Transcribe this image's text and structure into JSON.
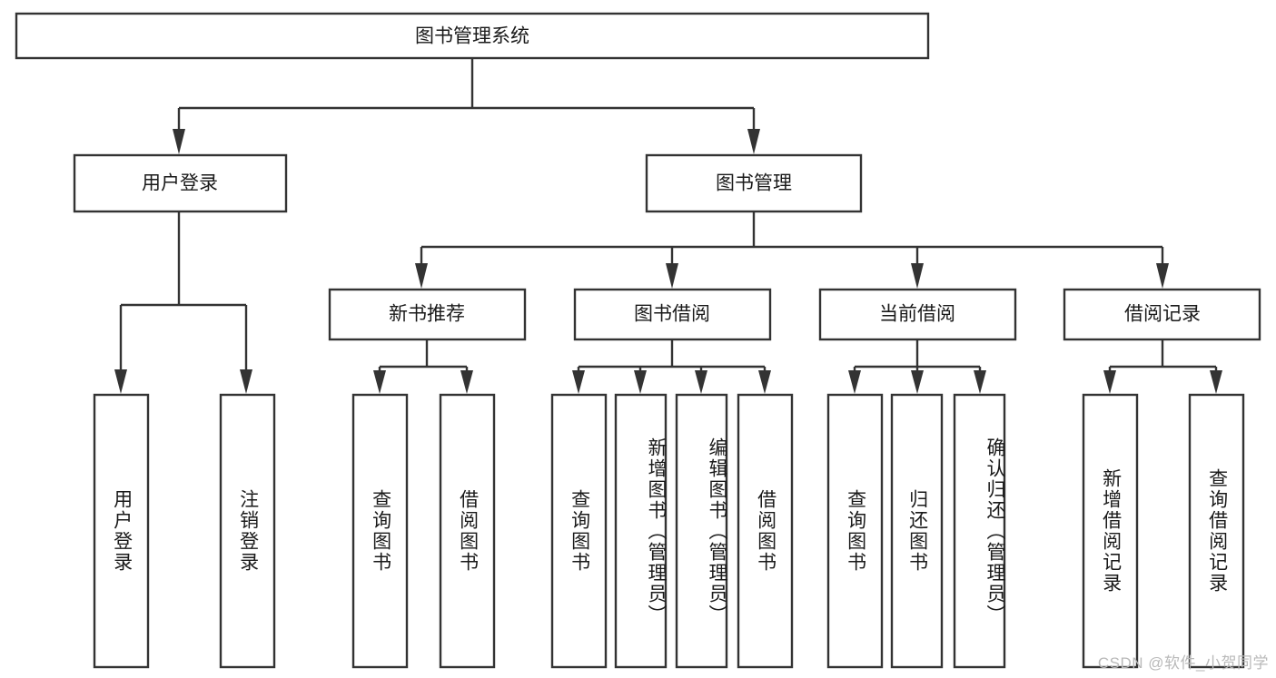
{
  "diagram": {
    "title": "图书管理系统",
    "type": "hierarchy-tree",
    "orientation": "top-down",
    "colors": {
      "box_fill": "#ffffff",
      "box_stroke": "#333333",
      "text": "#1a1a1a",
      "background": "#ffffff",
      "watermark": "#b9b9b9"
    },
    "levels": [
      {
        "level": 1,
        "nodes": [
          {
            "id": "root",
            "label": "图书管理系统",
            "orientation": "horizontal"
          }
        ]
      },
      {
        "level": 2,
        "nodes": [
          {
            "id": "user-login",
            "label": "用户登录",
            "orientation": "horizontal",
            "parent": "root"
          },
          {
            "id": "book-manage",
            "label": "图书管理",
            "orientation": "horizontal",
            "parent": "root"
          }
        ]
      },
      {
        "level": 3,
        "nodes": [
          {
            "id": "new-book-rec",
            "label": "新书推荐",
            "orientation": "horizontal",
            "parent": "book-manage"
          },
          {
            "id": "book-borrow",
            "label": "图书借阅",
            "orientation": "horizontal",
            "parent": "book-manage"
          },
          {
            "id": "current-borrow",
            "label": "当前借阅",
            "orientation": "horizontal",
            "parent": "book-manage"
          },
          {
            "id": "borrow-record",
            "label": "借阅记录",
            "orientation": "horizontal",
            "parent": "book-manage"
          }
        ]
      },
      {
        "level": 4,
        "nodes": [
          {
            "id": "leaf-user-login",
            "label": "用户登录",
            "orientation": "vertical",
            "parent": "user-login"
          },
          {
            "id": "leaf-logout",
            "label": "注销登录",
            "orientation": "vertical",
            "parent": "user-login"
          },
          {
            "id": "leaf-query-book-1",
            "label": "查询图书",
            "orientation": "vertical",
            "parent": "new-book-rec"
          },
          {
            "id": "leaf-borrow-book-1",
            "label": "借阅图书",
            "orientation": "vertical",
            "parent": "new-book-rec"
          },
          {
            "id": "leaf-query-book-2",
            "label": "查询图书",
            "orientation": "vertical",
            "parent": "book-borrow"
          },
          {
            "id": "leaf-add-book",
            "label": "新增图书（管理员）",
            "orientation": "vertical",
            "parent": "book-borrow"
          },
          {
            "id": "leaf-edit-book",
            "label": "编辑图书（管理员）",
            "orientation": "vertical",
            "parent": "book-borrow"
          },
          {
            "id": "leaf-borrow-book-2",
            "label": "借阅图书",
            "orientation": "vertical",
            "parent": "book-borrow"
          },
          {
            "id": "leaf-query-book-3",
            "label": "查询图书",
            "orientation": "vertical",
            "parent": "current-borrow"
          },
          {
            "id": "leaf-return-book",
            "label": "归还图书",
            "orientation": "vertical",
            "parent": "current-borrow"
          },
          {
            "id": "leaf-confirm-return",
            "label": "确认归还（管理员）",
            "orientation": "vertical",
            "parent": "current-borrow"
          },
          {
            "id": "leaf-add-record",
            "label": "新增借阅记录",
            "orientation": "vertical",
            "parent": "borrow-record"
          },
          {
            "id": "leaf-query-record",
            "label": "查询借阅记录",
            "orientation": "vertical",
            "parent": "borrow-record"
          }
        ]
      }
    ]
  },
  "watermark": {
    "text": "CSDN @软件_小贺同学"
  }
}
